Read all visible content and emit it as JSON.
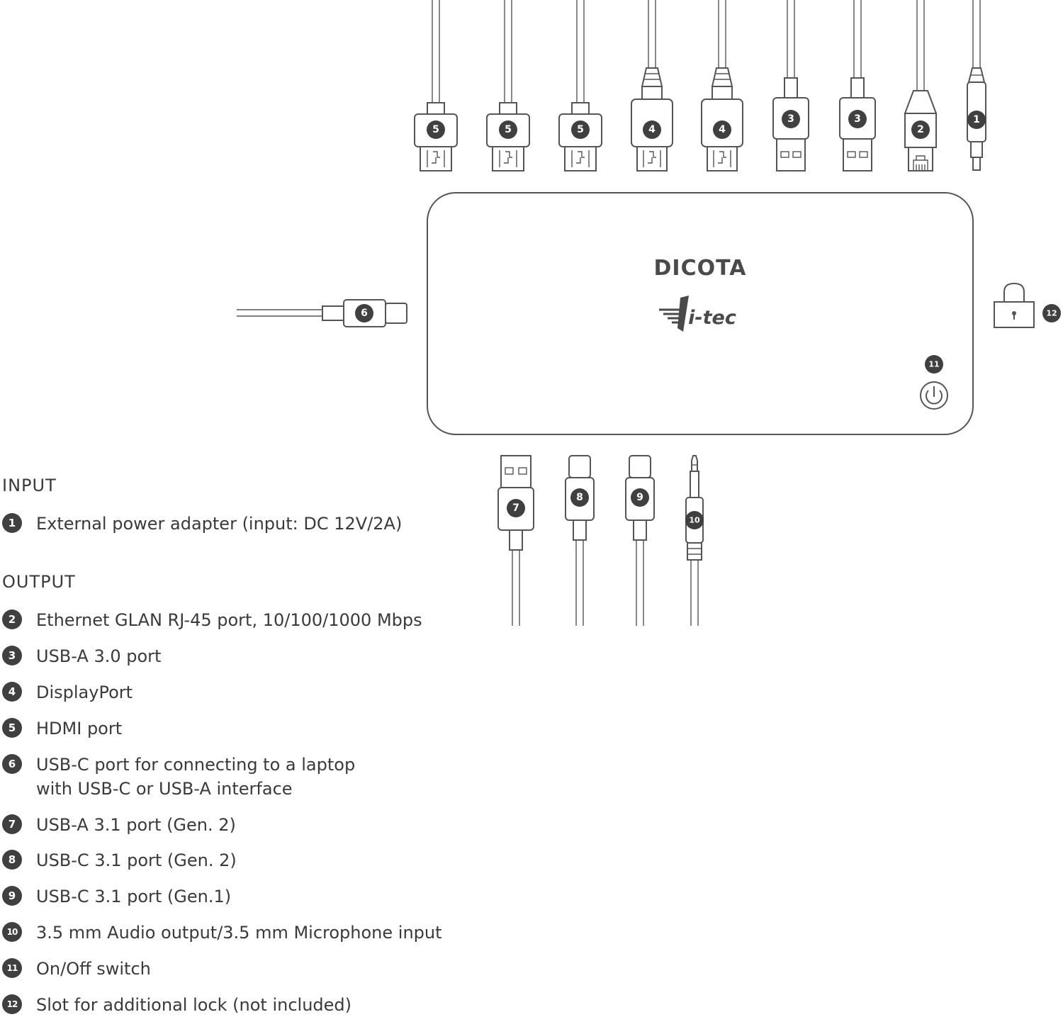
{
  "brand": {
    "dicota": "DICOTA",
    "itec": "i-tec"
  },
  "badges": {
    "b1": "1",
    "b2": "2",
    "b3": "3",
    "b4": "4",
    "b5": "5",
    "b6": "6",
    "b7": "7",
    "b8": "8",
    "b9": "9",
    "b10": "10",
    "b11": "11",
    "b12": "12"
  },
  "legend": {
    "input_heading": "INPUT",
    "output_heading": "OUTPUT",
    "items": [
      {
        "num": "1",
        "lines": [
          "External power adapter (input: DC 12V/2A)"
        ]
      },
      {
        "num": "2",
        "lines": [
          "Ethernet GLAN RJ-45 port, 10/100/1000 Mbps"
        ]
      },
      {
        "num": "3",
        "lines": [
          "USB-A 3.0 port"
        ]
      },
      {
        "num": "4",
        "lines": [
          "DisplayPort"
        ]
      },
      {
        "num": "5",
        "lines": [
          "HDMI port"
        ]
      },
      {
        "num": "6",
        "lines": [
          "USB-C port for connecting to a laptop",
          "with USB-C or USB-A interface"
        ]
      },
      {
        "num": "7",
        "lines": [
          "USB-A 3.1 port (Gen. 2)"
        ]
      },
      {
        "num": "8",
        "lines": [
          "USB-C 3.1 port (Gen. 2)"
        ]
      },
      {
        "num": "9",
        "lines": [
          "USB-C 3.1 port (Gen.1)"
        ]
      },
      {
        "num": "10",
        "lines": [
          "3.5 mm Audio output/3.5 mm Microphone input"
        ]
      },
      {
        "num": "11",
        "lines": [
          "On/Off switch"
        ]
      },
      {
        "num": "12",
        "lines": [
          "Slot for additional lock (not included)"
        ]
      }
    ]
  }
}
